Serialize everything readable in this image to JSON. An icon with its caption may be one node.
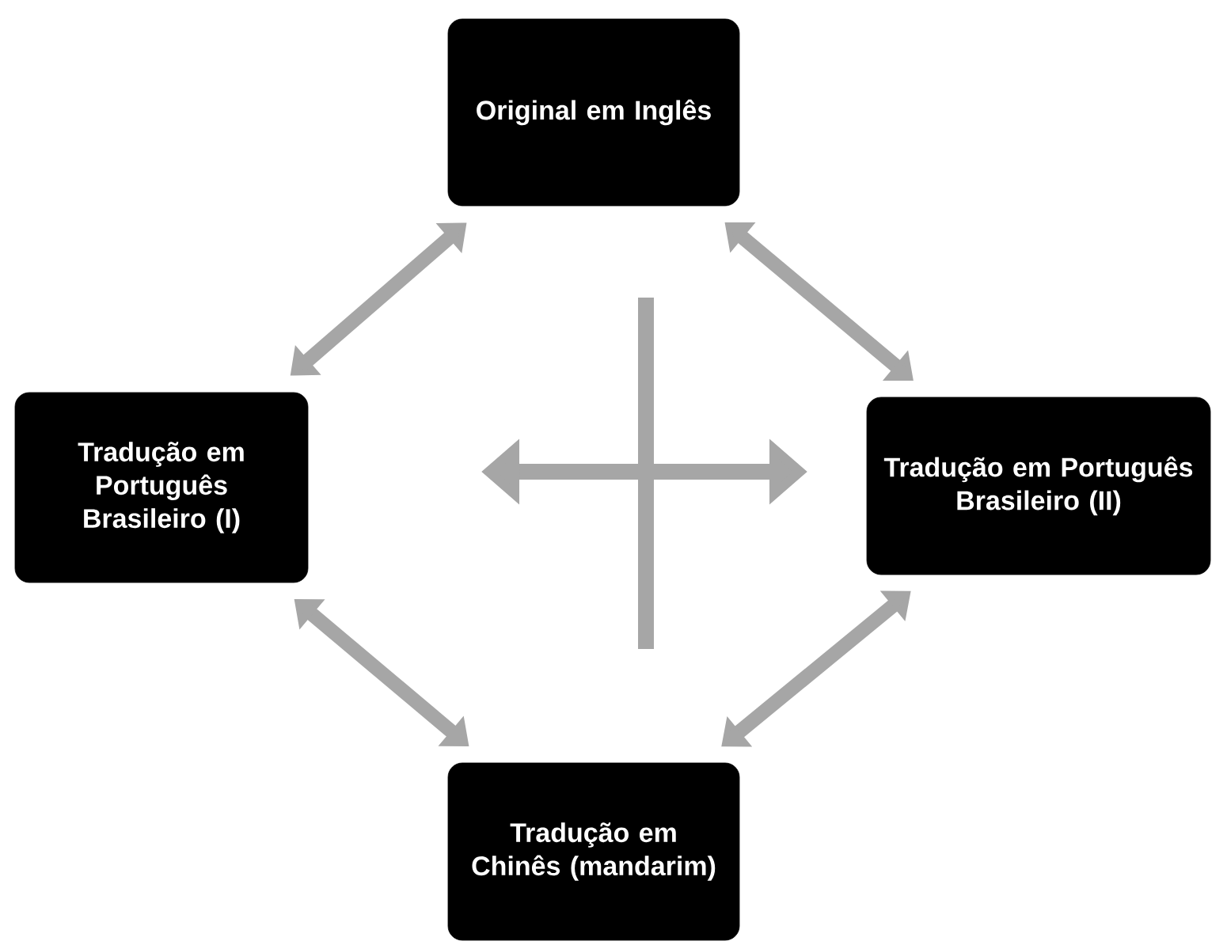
{
  "diagram": {
    "nodes": [
      {
        "text": [
          "Original em Inglês"
        ]
      },
      {
        "text": [
          "Tradução em Português Brasileiro (I)"
        ]
      },
      {
        "text": [
          "Tradução em Português Brasileiro (II)"
        ]
      },
      {
        "text": [
          "Tradução em Chinês (mandarim)"
        ]
      }
    ],
    "edges": [
      {
        "from": 0,
        "to": 1,
        "arrow": "both"
      },
      {
        "from": 0,
        "to": 2,
        "arrow": "both"
      },
      {
        "from": 1,
        "to": 3,
        "arrow": "both"
      },
      {
        "from": 2,
        "to": 3,
        "arrow": "both"
      }
    ]
  }
}
